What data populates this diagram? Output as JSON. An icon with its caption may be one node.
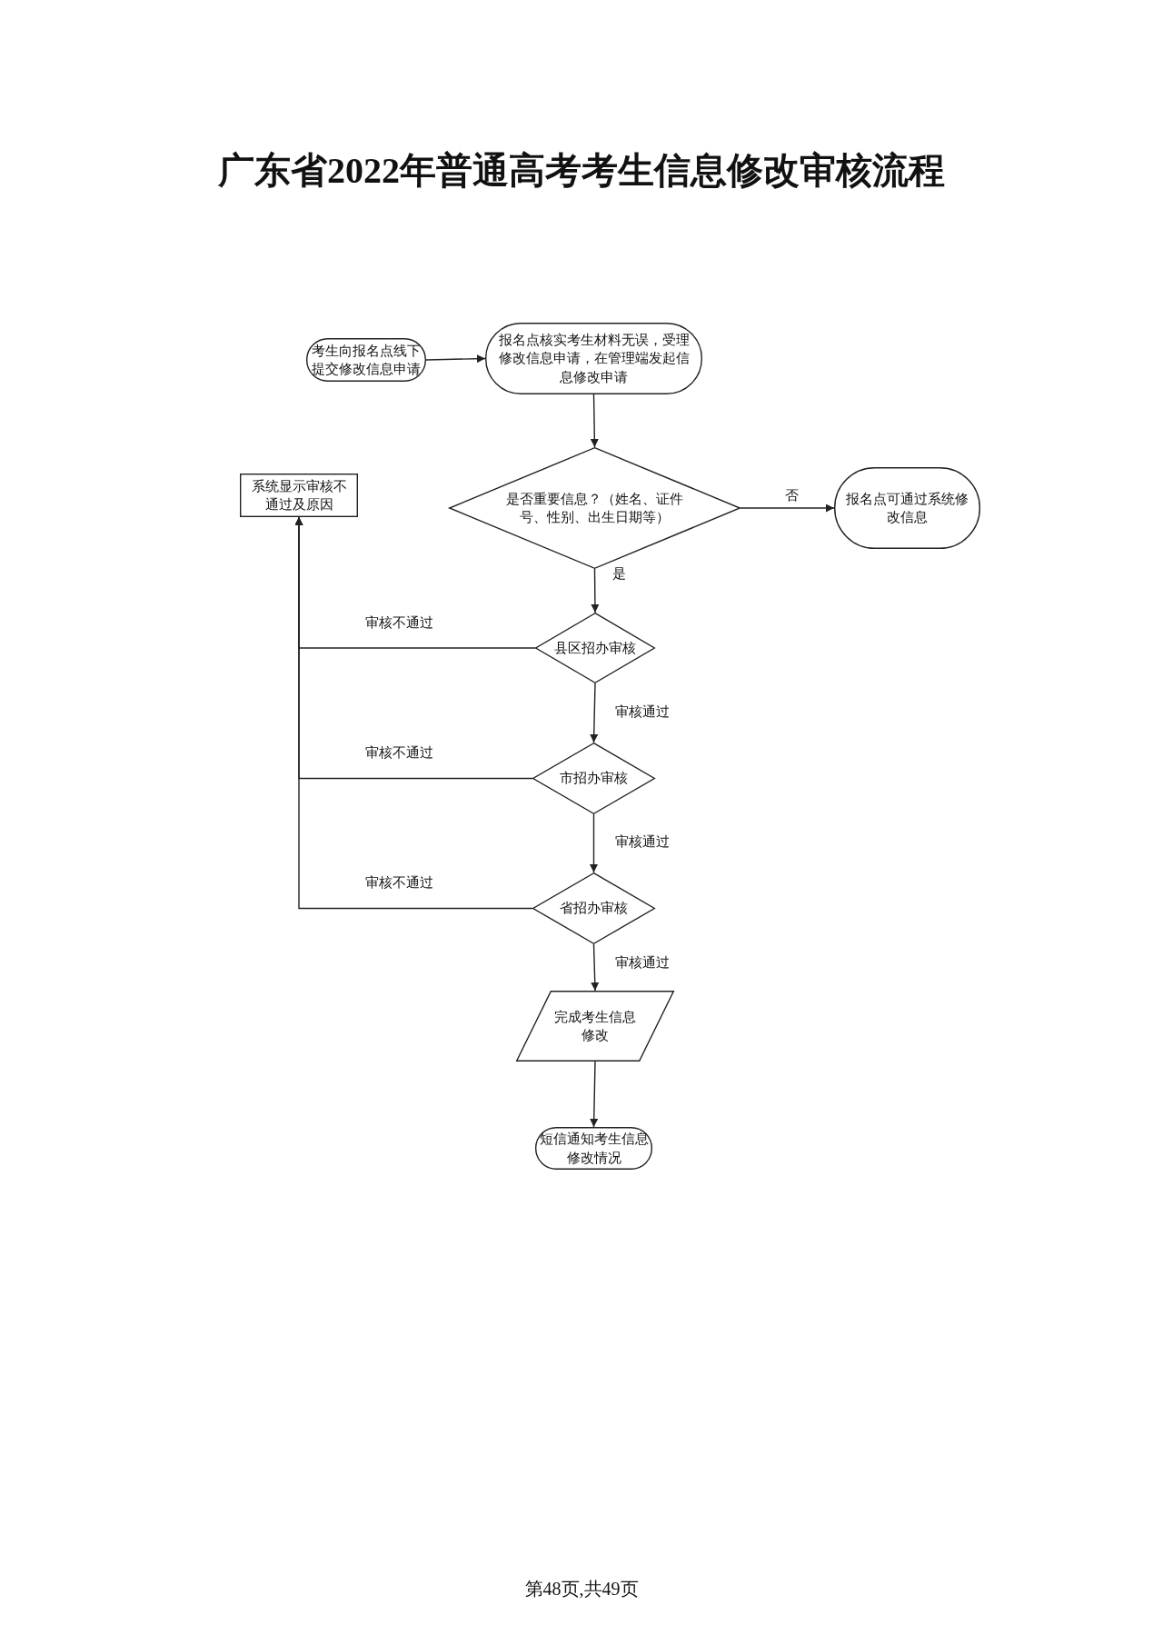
{
  "diagram": {
    "title": "广东省2022年普通高考考生信息修改审核流程",
    "nodes": [
      {
        "text": [
          "考生向报名点线下提交修改信息申请"
        ]
      },
      {
        "text": [
          "报名点核实考生材料无误，受理修改信息申请，在管理端发起信息修改申请"
        ]
      },
      {
        "text": [
          "是否重要信息？（姓名、证件号、性别、出生日期等）"
        ]
      },
      {
        "text": [
          "报名点可通过系统修改信息"
        ]
      },
      {
        "text": [
          "系统显示审核不通过及原因"
        ]
      },
      {
        "text": [
          "县区招办审核"
        ]
      },
      {
        "text": [
          "市招办审核"
        ]
      },
      {
        "text": [
          "省招办审核"
        ]
      },
      {
        "text": [
          "完成考生信息修改"
        ]
      },
      {
        "text": [
          "短信通知考生信息修改情况"
        ]
      }
    ],
    "edges": [
      {
        "from": 0,
        "to": 1,
        "arrow": "to"
      },
      {
        "from": 1,
        "to": 2,
        "arrow": "to"
      },
      {
        "from": 2,
        "to": 3,
        "arrow": "to",
        "label": "否"
      },
      {
        "from": 2,
        "to": 5,
        "arrow": "to",
        "label": "是"
      },
      {
        "from": 5,
        "to": 6,
        "arrow": "to",
        "label": "审核通过"
      },
      {
        "from": 6,
        "to": 7,
        "arrow": "to",
        "label": "审核通过"
      },
      {
        "from": 7,
        "to": 8,
        "arrow": "to",
        "label": "审核通过"
      },
      {
        "from": 8,
        "to": 9,
        "arrow": "to"
      },
      {
        "from": 5,
        "to": 4,
        "arrow": "to",
        "label": "审核不通过"
      },
      {
        "from": 6,
        "to": 4,
        "arrow": "to",
        "label": "审核不通过"
      },
      {
        "from": 7,
        "to": 4,
        "arrow": "to",
        "label": "审核不通过"
      }
    ],
    "labels": [
      "第48页,共49页"
    ]
  }
}
